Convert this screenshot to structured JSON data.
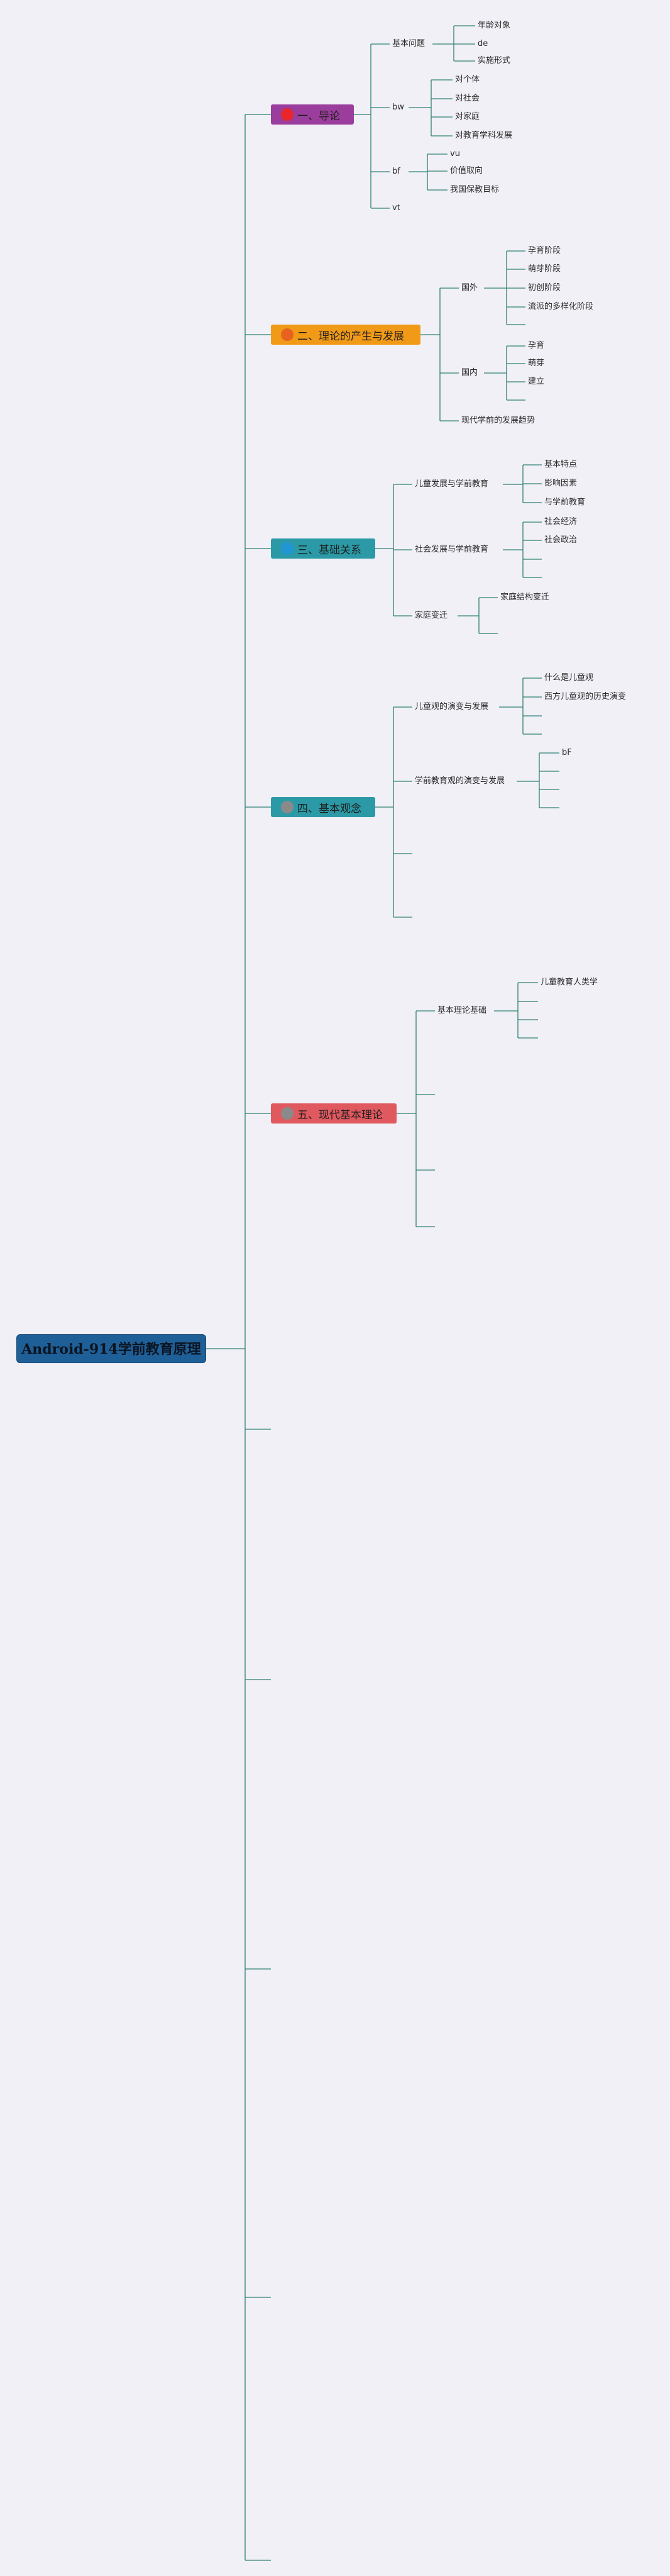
{
  "colors": {
    "line": "#2f7f72",
    "root_bg": "#1f5f98",
    "background": "#f1f0f7"
  },
  "root": {
    "title": "Android-914学前教育原理"
  },
  "sections": [
    {
      "label": "一、导论",
      "color": "#9b3d9c",
      "dot_color": "#e8262c",
      "groups": [
        {
          "label": "基本问题",
          "items": [
            "年龄对象",
            "de",
            "实施形式"
          ]
        },
        {
          "label": "bw",
          "items": [
            "对个体",
            "对社会",
            "对家庭",
            "对教育学科发展"
          ]
        },
        {
          "label": "bf",
          "items": [
            "vu",
            "价值取向",
            "我国保教目标"
          ]
        },
        {
          "label": "vt",
          "items": []
        }
      ]
    },
    {
      "label": "二、理论的产生与发展",
      "color": "#f19a18",
      "dot_color": "#e8621f",
      "groups": [
        {
          "label": "国外",
          "items": [
            "孕育阶段",
            "萌芽阶段",
            "初创阶段",
            "流派的多样化阶段",
            ""
          ]
        },
        {
          "label": "国内",
          "items": [
            "孕育",
            "萌芽",
            "建立",
            ""
          ]
        },
        {
          "label": "现代学前的发展趋势",
          "items": []
        }
      ]
    },
    {
      "label": "三、基础关系",
      "color": "#2b9aa6",
      "dot_color": "#2196d3",
      "groups": [
        {
          "label": "儿童发展与学前教育",
          "items": [
            "基本特点",
            "影响因素",
            "与学前教育"
          ]
        },
        {
          "label": "社会发展与学前教育",
          "items": [
            "社会经济",
            "社会政治",
            "",
            ""
          ]
        },
        {
          "label": "家庭变迁",
          "items": [
            "家庭结构变迁",
            ""
          ]
        }
      ]
    },
    {
      "label": "四、基本观念",
      "color": "#2b9aa6",
      "dot_color": "#8a8a8a",
      "groups": [
        {
          "label": "儿童观的演变与发展",
          "items": [
            "什么是儿童观",
            "西方儿童观的历史演变",
            "",
            ""
          ]
        },
        {
          "label": "学前教育观的演变与发展",
          "items": [
            "bF",
            "",
            "",
            ""
          ]
        },
        {
          "label": "",
          "items": []
        },
        {
          "label": "",
          "items": []
        }
      ]
    },
    {
      "label": "五、现代基本理论",
      "color": "#e0595f",
      "dot_color": "#8a8a8a",
      "groups": [
        {
          "label": "基本理论基础",
          "items": [
            "儿童教育人类学",
            "",
            "",
            ""
          ]
        },
        {
          "label": "",
          "items": []
        },
        {
          "label": "",
          "items": []
        },
        {
          "label": "",
          "items": []
        }
      ]
    }
  ],
  "empty_branches": 5
}
